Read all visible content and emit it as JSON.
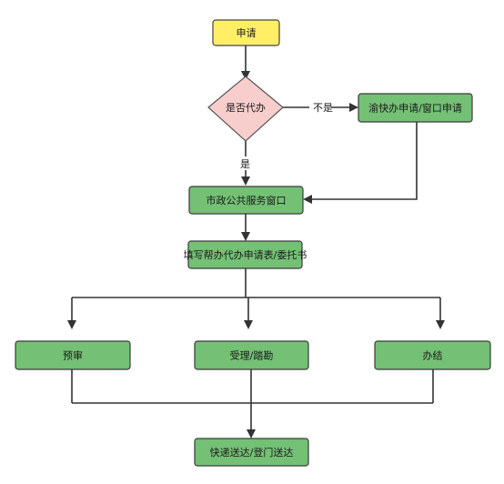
{
  "colors": {
    "start_fill": "#ffee66",
    "start_stroke": "#444444",
    "decision_fill": "#f8cecc",
    "decision_stroke": "#555555",
    "process_fill": "#74c075",
    "process_stroke": "#3a3a3a",
    "edge": "#333333",
    "background": "#ffffff"
  },
  "nodes": {
    "apply": "申请",
    "decision": "是否代办",
    "online_window": "渝快办申请/窗口申请",
    "service_window": "市政公共服务窗口",
    "fill_form": "填写帮办代办申请表/委托书",
    "pre_review": "预审",
    "accept_survey": "受理/踏勘",
    "complete": "办结",
    "delivery": "快递送达/登门送达"
  },
  "edges": {
    "no_label": "不是",
    "yes_label": "是"
  }
}
